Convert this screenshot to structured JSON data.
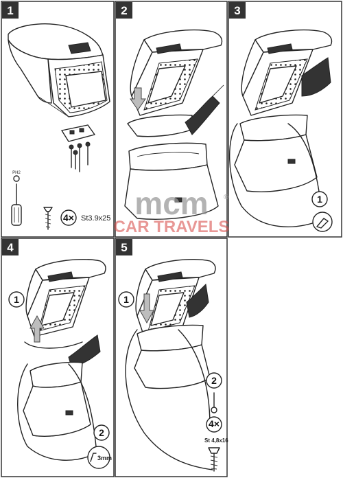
{
  "panels": [
    {
      "number": "1"
    },
    {
      "number": "2"
    },
    {
      "number": "3"
    },
    {
      "number": "4"
    },
    {
      "number": "5"
    }
  ],
  "step_markers": {
    "panel3_step": "1",
    "panel4_step1": "1",
    "panel4_step2": "2",
    "panel5_step1": "1",
    "panel5_step2": "2"
  },
  "screw_specs": {
    "panel1_tool": "PH2",
    "panel1_count": "4×",
    "panel1_size": "St3.9x25",
    "panel4_hex": "3mm",
    "panel5_count": "4×",
    "panel5_size": "St 4,8x16"
  },
  "watermark": {
    "line1": "mcm",
    "line2": "CAR TRAVELS",
    "registered": "®"
  }
}
